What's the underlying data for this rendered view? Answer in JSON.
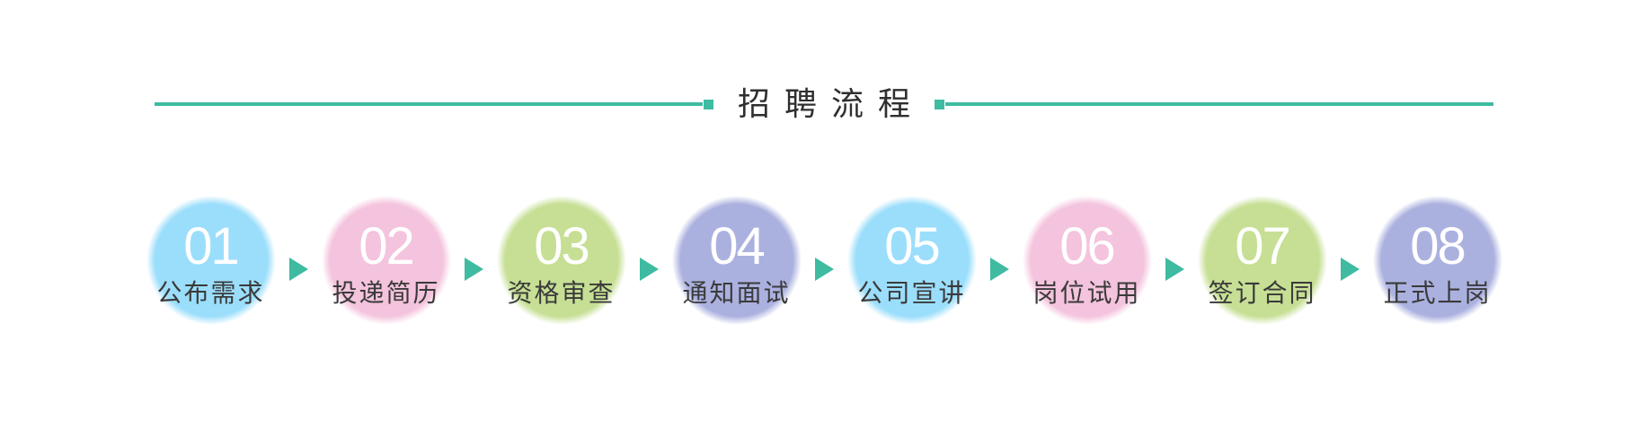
{
  "header": {
    "title": "招聘流程",
    "accent_color": "#3ebba1"
  },
  "steps": [
    {
      "number": "01",
      "label": "公布需求",
      "color": "#9bdefb"
    },
    {
      "number": "02",
      "label": "投递简历",
      "color": "#f4c3dd"
    },
    {
      "number": "03",
      "label": "资格审查",
      "color": "#c6df94"
    },
    {
      "number": "04",
      "label": "通知面试",
      "color": "#abb1df"
    },
    {
      "number": "05",
      "label": "公司宣讲",
      "color": "#9bdefb"
    },
    {
      "number": "06",
      "label": "岗位试用",
      "color": "#f4c3dd"
    },
    {
      "number": "07",
      "label": "签订合同",
      "color": "#c6df94"
    },
    {
      "number": "08",
      "label": "正式上岗",
      "color": "#abb1df"
    }
  ],
  "arrow": {
    "color": "#3ebba1",
    "direction": "right"
  }
}
